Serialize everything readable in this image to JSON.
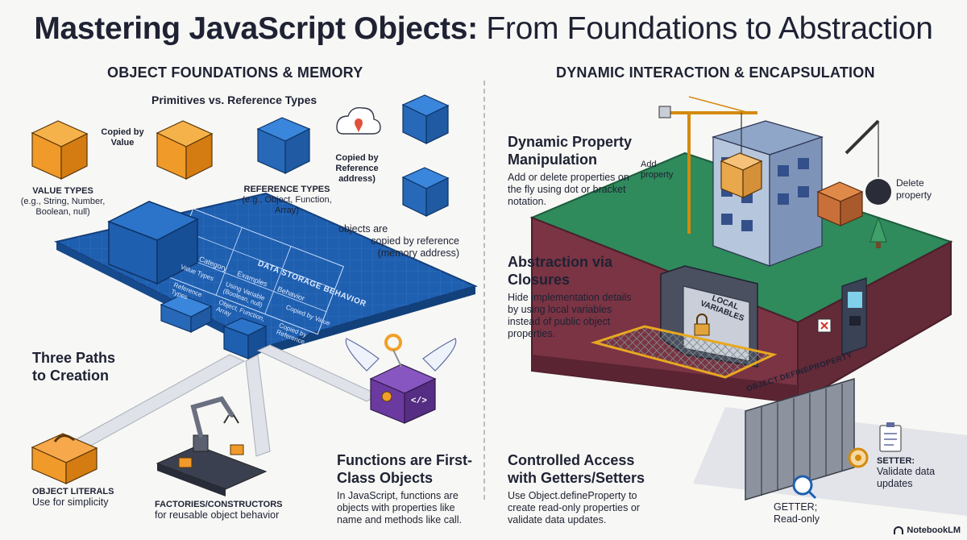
{
  "title": {
    "bold": "Mastering JavaScript Objects:",
    "light": "From Foundations to Abstraction"
  },
  "left": {
    "heading": "OBJECT FOUNDATIONS & MEMORY",
    "primitives_title": "Primitives vs. Reference Types",
    "copied_by_value": "Copied by Value",
    "value_types": {
      "title": "VALUE TYPES",
      "detail": "(e.g., String, Number, Boolean, null)"
    },
    "reference_types": {
      "title": "REFERENCE TYPES",
      "detail": "(e.g., Object, Function, Array)"
    },
    "copied_by_reference": "Copied by Reference address)",
    "objects_note_1": "objects are",
    "objects_note_2": "copied by reference",
    "objects_note_3": "(memory address)",
    "blueprint": {
      "title": "DATA STORAGE BEHAVIOR",
      "headers": [
        "Category",
        "Examples",
        "Behavior"
      ],
      "rows": [
        [
          "Value Types",
          "Using Variable (Boolean, null)",
          "Copied by Value"
        ],
        [
          "Reference Types",
          "Object, Function, Array",
          "Copied by Reference"
        ]
      ]
    },
    "three_paths": "Three Paths to Creation",
    "object_literals": {
      "title": "OBJECT LITERALS",
      "detail": "Use for simplicity"
    },
    "factories": {
      "title": "FACTORIES/CONSTRUCTORS",
      "detail": "for reusable object behavior"
    },
    "functions": {
      "title": "Functions are First-Class Objects",
      "detail": "In JavaScript, functions are objects with properties like name and methods like call."
    }
  },
  "right": {
    "heading": "DYNAMIC INTERACTION & ENCAPSULATION",
    "dynamic": {
      "title": "Dynamic Property Manipulation",
      "detail": "Add or delete properties on the fly using dot or bracket notation."
    },
    "add_property": "Add property",
    "delete_property": "Delete property",
    "abstraction": {
      "title": "Abstraction via Closures",
      "detail": "Hide implementation details by using local variables instead of public object properties."
    },
    "local_variables": "LOCAL VARIABLES",
    "define_property_sign": "OBJECT.DEFINEPROPERTY",
    "controlled": {
      "title": "Controlled Access with Getters/Setters",
      "detail": "Use Object.defineProperty to create read-only properties or validate data updates."
    },
    "setter": {
      "title": "SETTER:",
      "detail": "Validate data updates"
    },
    "getter": {
      "title": "GETTER;",
      "detail": "Read-only"
    }
  },
  "brand": "NotebookLM",
  "colors": {
    "blueprint": "#1f5fb0",
    "orange": "#f09a2a",
    "grass": "#2f8a5c",
    "soil": "#7a3444",
    "purple": "#6b3aa0",
    "ink": "#1e2233"
  }
}
